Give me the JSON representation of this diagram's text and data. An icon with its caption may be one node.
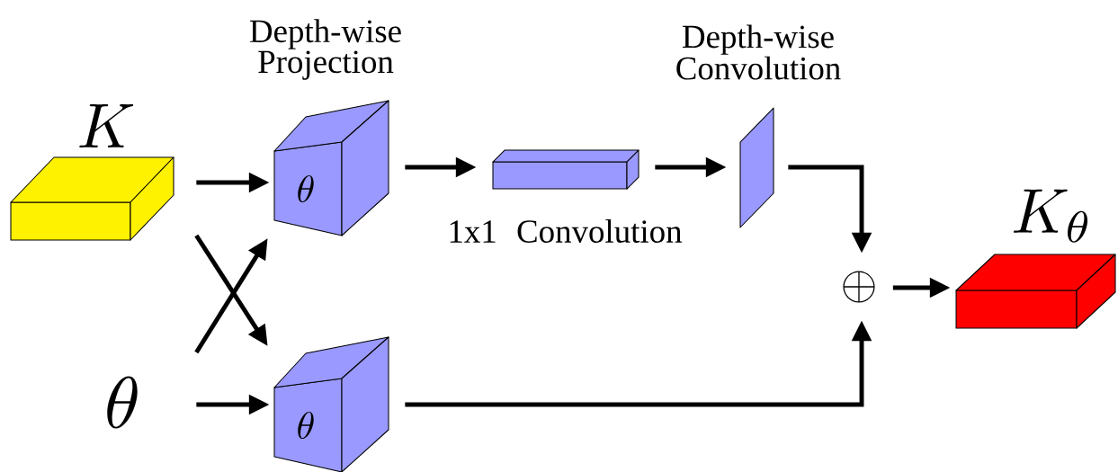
{
  "diagram": {
    "nodes": [
      {
        "text": [
          "K"
        ]
      },
      {
        "text": [
          "\\theta"
        ]
      },
      {
        "text": [
          "Depth-wise Projection",
          "\\theta"
        ]
      },
      {
        "text": [
          "\\theta"
        ]
      },
      {
        "text": [
          "1x1 Convolution"
        ]
      },
      {
        "text": [
          "Depth-wise Convolution"
        ]
      },
      {
        "text": [
          "\\oplus"
        ]
      },
      {
        "text": [
          "K_\\theta"
        ]
      }
    ],
    "edges": [
      {
        "from": 0,
        "to": 2,
        "arrow": "to"
      },
      {
        "from": 0,
        "to": 3,
        "arrow": "to"
      },
      {
        "from": 1,
        "to": 2,
        "arrow": "to"
      },
      {
        "from": 1,
        "to": 3,
        "arrow": "to"
      },
      {
        "from": 2,
        "to": 4,
        "arrow": "to"
      },
      {
        "from": 4,
        "to": 5,
        "arrow": "to"
      },
      {
        "from": 5,
        "to": 6,
        "arrow": "to"
      },
      {
        "from": 3,
        "to": 6,
        "arrow": "to"
      },
      {
        "from": 6,
        "to": 7,
        "arrow": "to"
      }
    ]
  }
}
